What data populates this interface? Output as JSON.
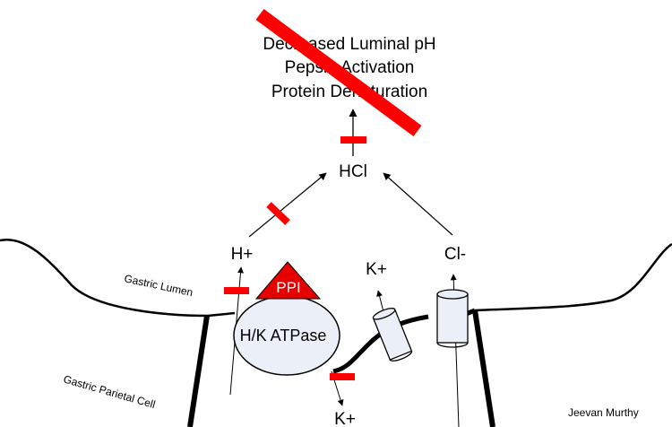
{
  "outcomes": {
    "line1": "Decreased Luminal pH",
    "line2": "Pepsin Activation",
    "line3": "Protein Denaturation"
  },
  "labels": {
    "hcl": "HCl",
    "h_plus": "H+",
    "cl_minus": "Cl-",
    "k_plus_top": "K+",
    "k_plus_bottom": "K+",
    "ppi": "PPI",
    "pump": "H/K ATPase",
    "gastric_lumen": "Gastric Lumen",
    "parietal_cell": "Gastric Parietal Cell",
    "author": "Jeevan Murthy"
  },
  "colors": {
    "inhibition": "#ff0000",
    "line": "#000000",
    "pump_fill": "#ebf0f8",
    "channel_fill": "#ebf0f8"
  }
}
